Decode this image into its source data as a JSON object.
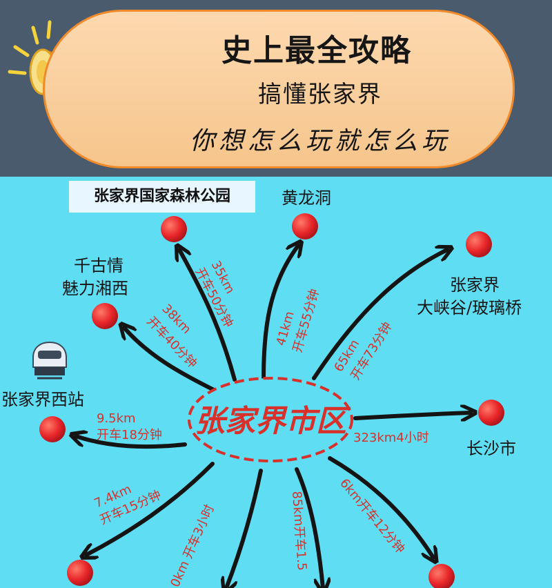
{
  "header": {
    "title": "史上最全攻略",
    "line2": "搞懂张家界",
    "line3": "你想怎么玩就怎么玩"
  },
  "center": {
    "label": "张家界市区"
  },
  "nodes": {
    "park": "张家界国家森林公园",
    "huanglong": "黄龙洞",
    "canyon_1": "张家界",
    "canyon_2": "大峡谷/玻璃桥",
    "qianguqing_1": "千古情",
    "qianguqing_2": "魅力湘西",
    "west_station": "张家界西站",
    "changsha": "长沙市"
  },
  "routes": {
    "park_km": "35km",
    "park_time": "开车50分钟",
    "huanglong_km": "41km",
    "huanglong_time": "开车55分钟",
    "canyon_km": "65km",
    "canyon_time": "开车73分钟",
    "qianguqing_km": "38km",
    "qianguqing_time": "开车40分钟",
    "station_km": "9.5km",
    "station_time": "开车18分钟",
    "changsha": "323km4小时",
    "sw_km": "7.4km",
    "sw_time": "开车15分钟",
    "s1": "0km 开车3小时",
    "s2": "85km开车1.5",
    "se": "6km开车12分钟"
  },
  "colors": {
    "accent": "#e8352d",
    "map_bg": "#5fdef3",
    "header_bg": "#4b5b6e",
    "banner": "#f9cfa0"
  }
}
